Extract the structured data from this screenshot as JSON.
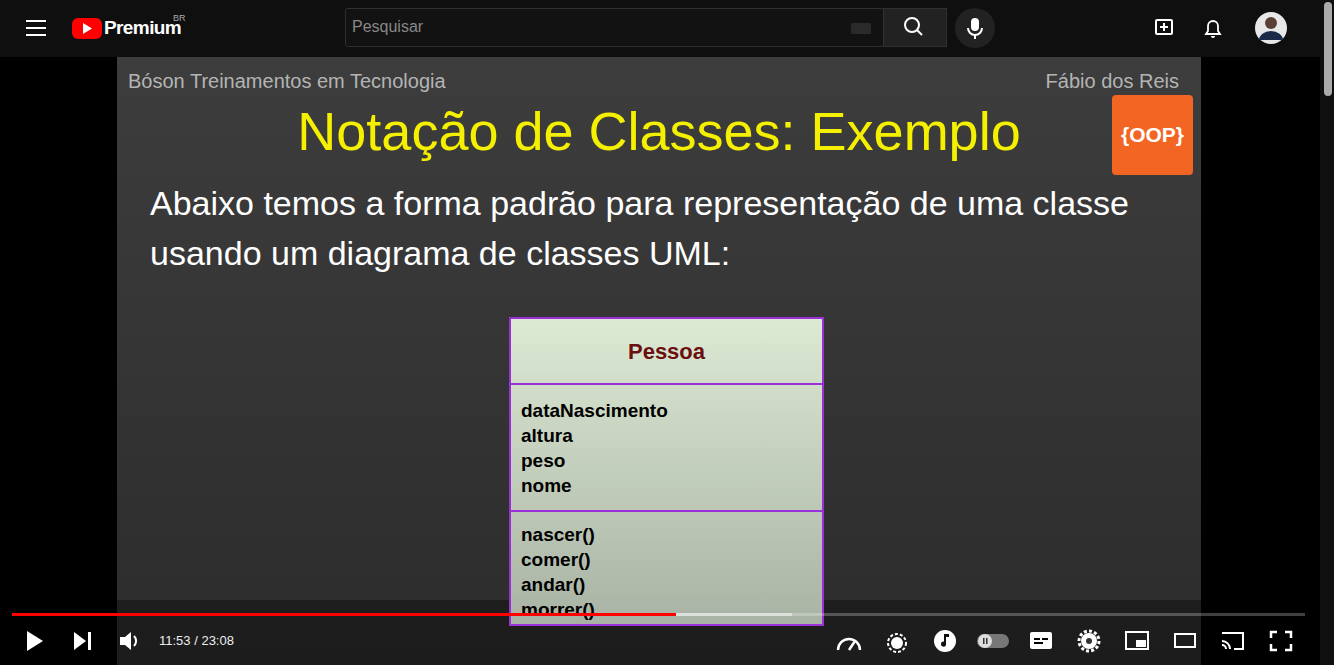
{
  "diagram": {
    "title": "Notação de Classes: Exemplo",
    "nodes": [
      {
        "text": [
          "Pessoa"
        ]
      },
      {
        "text": [
          "dataNascimento",
          "altura",
          "peso",
          "nome"
        ],
        "in": 0
      },
      {
        "text": [
          "nascer()",
          "comer()",
          "andar()",
          "morrer()"
        ],
        "in": 0
      },
      {
        "text": [
          "{OOP}"
        ]
      }
    ],
    "labels": [
      "Premium",
      "BR",
      "Pesquisar",
      "Bóson Treinamentos em Tecnologia",
      "Fábio dos Reis",
      "Abaixo temos a forma padrão para representação de uma classe usando um diagrama de classes UML:",
      "11:53 / 23:08"
    ]
  }
}
